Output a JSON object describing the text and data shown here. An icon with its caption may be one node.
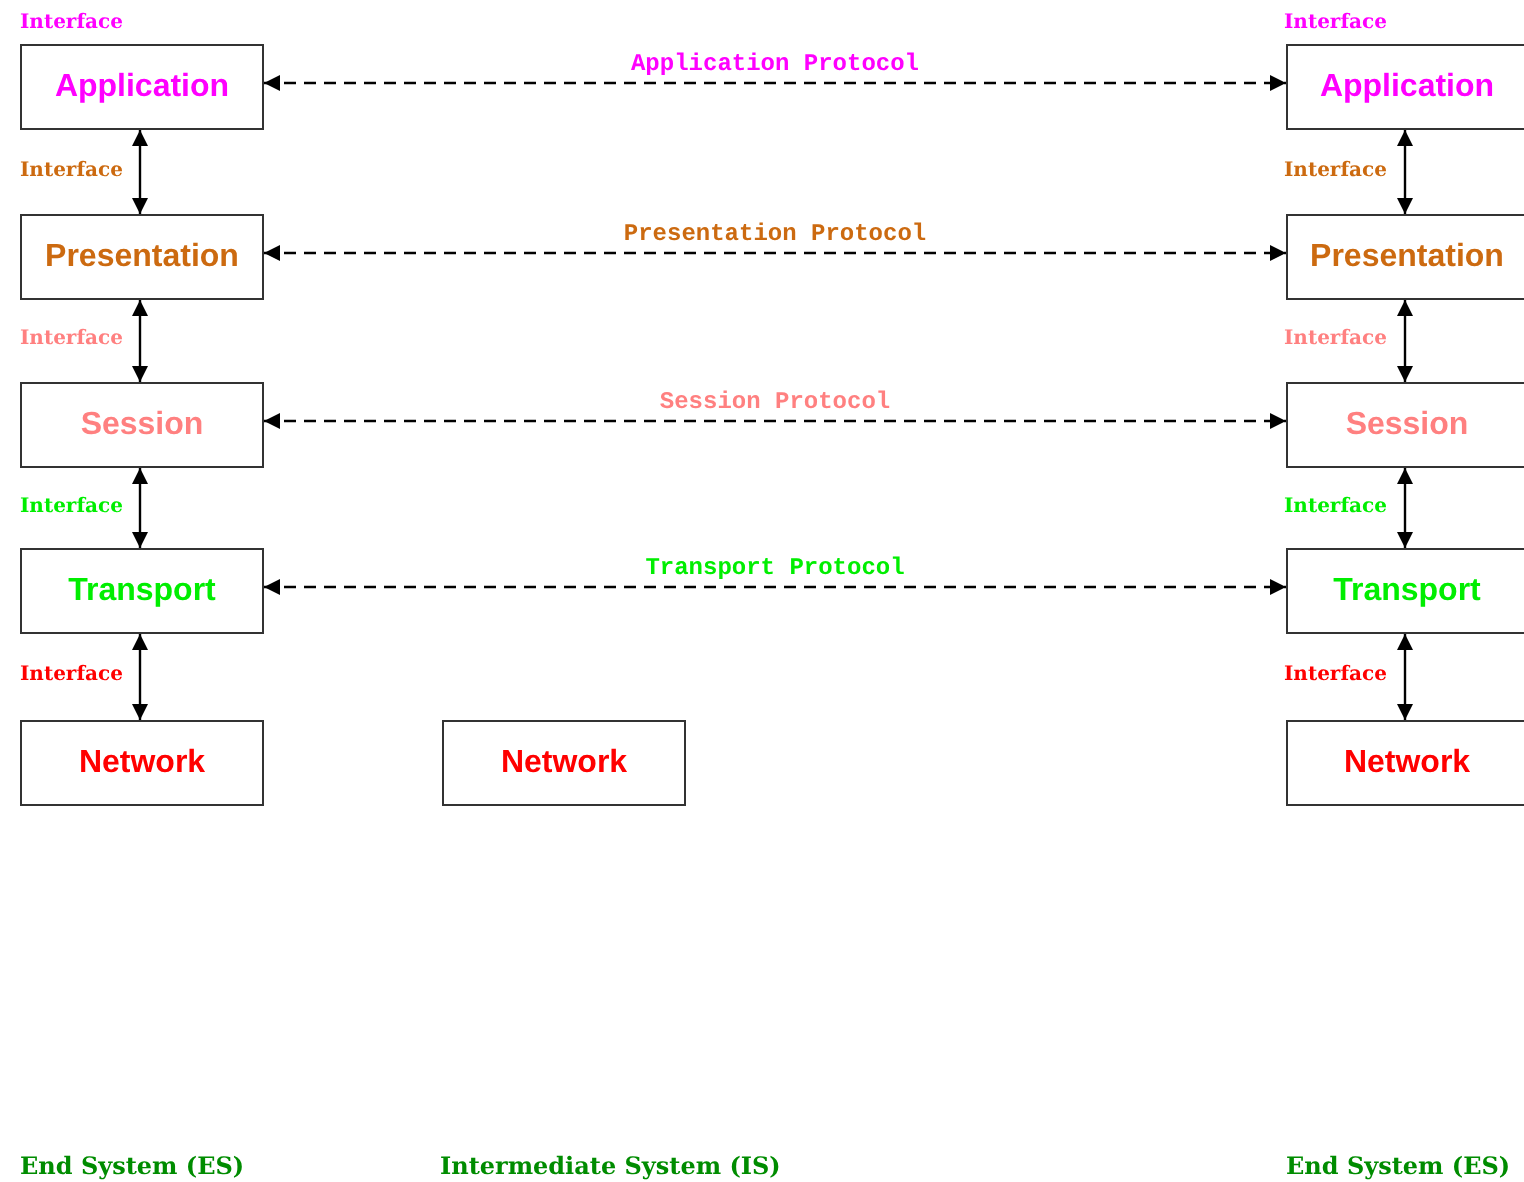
{
  "diagram": {
    "nodes": [
      {
        "text": [
          "Application"
        ]
      },
      {
        "text": [
          "Presentation"
        ]
      },
      {
        "text": [
          "Session"
        ]
      },
      {
        "text": [
          "Transport"
        ]
      },
      {
        "text": [
          "Network"
        ]
      },
      {
        "text": [
          "Network"
        ]
      },
      {
        "text": [
          "Application"
        ]
      },
      {
        "text": [
          "Presentation"
        ]
      },
      {
        "text": [
          "Session"
        ]
      },
      {
        "text": [
          "Transport"
        ]
      },
      {
        "text": [
          "Network"
        ]
      }
    ],
    "edges": [
      {
        "from": 0,
        "to": 6,
        "arrow": "both",
        "style": "dashed",
        "label": "Application Protocol"
      },
      {
        "from": 1,
        "to": 7,
        "arrow": "both",
        "style": "dashed",
        "label": "Presentation Protocol"
      },
      {
        "from": 2,
        "to": 8,
        "arrow": "both",
        "style": "dashed",
        "label": "Session Protocol"
      },
      {
        "from": 3,
        "to": 9,
        "arrow": "both",
        "style": "dashed",
        "label": "Transport Protocol"
      },
      {
        "from": 0,
        "to": 1,
        "arrow": "both"
      },
      {
        "from": 1,
        "to": 2,
        "arrow": "both"
      },
      {
        "from": 2,
        "to": 3,
        "arrow": "both"
      },
      {
        "from": 3,
        "to": 4,
        "arrow": "both"
      },
      {
        "from": 6,
        "to": 7,
        "arrow": "both"
      },
      {
        "from": 7,
        "to": 8,
        "arrow": "both"
      },
      {
        "from": 8,
        "to": 9,
        "arrow": "both"
      },
      {
        "from": 9,
        "to": 10,
        "arrow": "both"
      }
    ],
    "labels": [
      "Interface",
      "Interface",
      "Interface",
      "Interface",
      "Interface",
      "Interface",
      "Interface",
      "Interface",
      "Interface",
      "Interface",
      "End System (ES)",
      "Intermediate System (IS)",
      "End System (ES)"
    ]
  }
}
